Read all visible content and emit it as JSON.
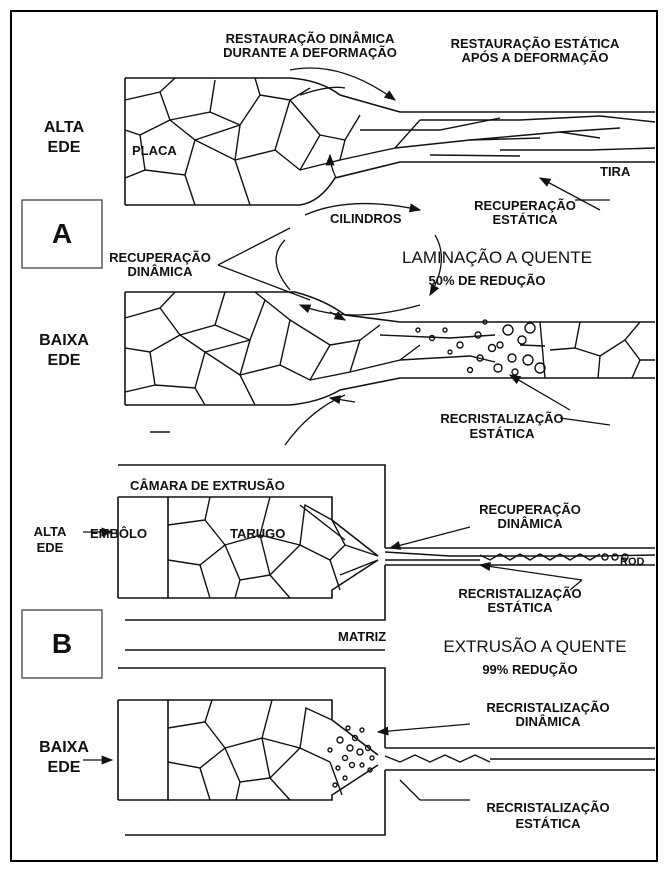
{
  "panel_a": {
    "letter": "A",
    "header_dynamic": [
      "RESTAURAÇÃO DINÂMICA",
      "DURANTE A DEFORMAÇÃO"
    ],
    "header_static": [
      "RESTAURAÇÃO ESTÁTICA",
      "APÓS A DEFORMAÇÃO"
    ],
    "high_sfe": [
      "ALTA",
      "EDE"
    ],
    "low_sfe": [
      "BAIXA",
      "EDE"
    ],
    "slab": "PLACA",
    "strip": "TIRA",
    "rolls": "CILINDROS",
    "dynamic_recovery": [
      "RECUPERAÇÃO",
      "DINÂMICA"
    ],
    "static_recovery": [
      "RECUPERAÇÃO",
      "ESTÁTICA"
    ],
    "process_title": "LAMINAÇÃO A QUENTE",
    "process_reduction": "50% DE REDUÇÃO",
    "static_recrystallization": [
      "RECRISTALIZAÇÃO",
      "ESTÁTICA"
    ]
  },
  "panel_b": {
    "letter": "B",
    "chamber": "CÂMARA DE EXTRUSÃO",
    "high_sfe": [
      "ALTA",
      "EDE"
    ],
    "ram": "EMBÔLO",
    "billet": "TARUGO",
    "dynamic_recovery": [
      "RECUPERAÇÃO",
      "DINÂMICA"
    ],
    "rod": "ROD",
    "static_recrystallization_top": [
      "RECRISTALIZAÇÃO",
      "ESTÁTICA"
    ],
    "die": "MATRIZ",
    "process_title": "EXTRUSÃO A QUENTE",
    "process_reduction": "99% REDUÇÃO",
    "dynamic_recrystallization": [
      "RECRISTALIZAÇÃO",
      "DINÂMICA"
    ],
    "low_sfe": [
      "BAIXA",
      "EDE"
    ],
    "static_recrystallization_bottom": [
      "RECRISTALIZAÇÃO",
      "ESTÁTICA"
    ]
  }
}
